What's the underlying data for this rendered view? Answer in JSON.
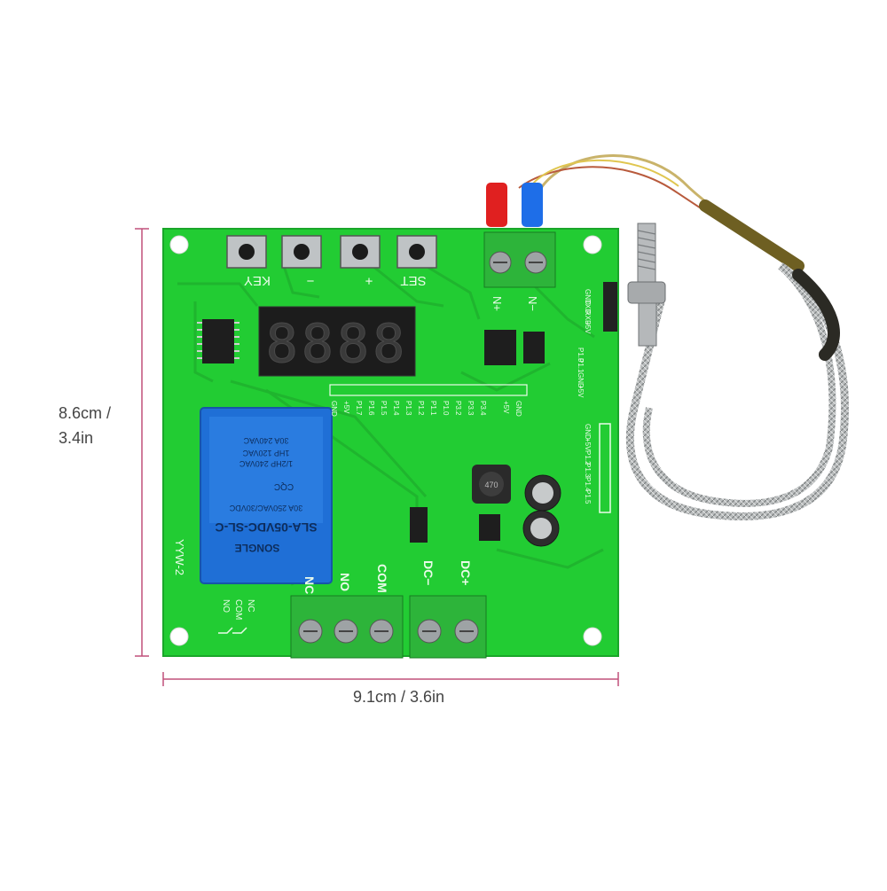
{
  "dimensions": {
    "height_line1": "8.6cm /",
    "height_line2": "3.4in",
    "width": "9.1cm / 3.6in",
    "line_color": "#c0507a"
  },
  "board": {
    "color": "#22cc33",
    "model": "YYW-2",
    "buttons": [
      "KEY",
      "−",
      "+",
      "SET"
    ],
    "display_text": "8888",
    "sensor_terminals": [
      "N+",
      "N−"
    ],
    "power_terminals": [
      "NC",
      "NO",
      "COM",
      "DC−",
      "DC+"
    ],
    "relay_legend": [
      "NC",
      "COM",
      "NO"
    ],
    "uart_header": [
      "GND",
      "TXD",
      "RXD",
      "+5V"
    ],
    "header_p1": [
      "P1.0",
      "P1.1",
      "GND",
      "+5V"
    ],
    "header_right": [
      "GND",
      "+5V",
      "P1.2",
      "P1.3",
      "P1.4",
      "P1.5"
    ],
    "bus_labels": [
      "GND",
      "+5V",
      "P1.7",
      "P1.6",
      "P1.5",
      "P1.4",
      "P1.3",
      "P1.2",
      "P1.1",
      "P1.0",
      "P3.2",
      "P3.3",
      "P3.4",
      "+5V",
      "GND"
    ],
    "inductor": "470"
  },
  "relay": {
    "brand": "SONGLE",
    "model": "SLA-05VDC-SL-C",
    "rating_1": "30A 250VAC/30VDC",
    "rating_2": "1/2HP 240VAC",
    "rating_3": "1HP 120VAC",
    "rating_4": "30A 240VAC",
    "cert": "CQC",
    "color": "#1f6fd6"
  }
}
